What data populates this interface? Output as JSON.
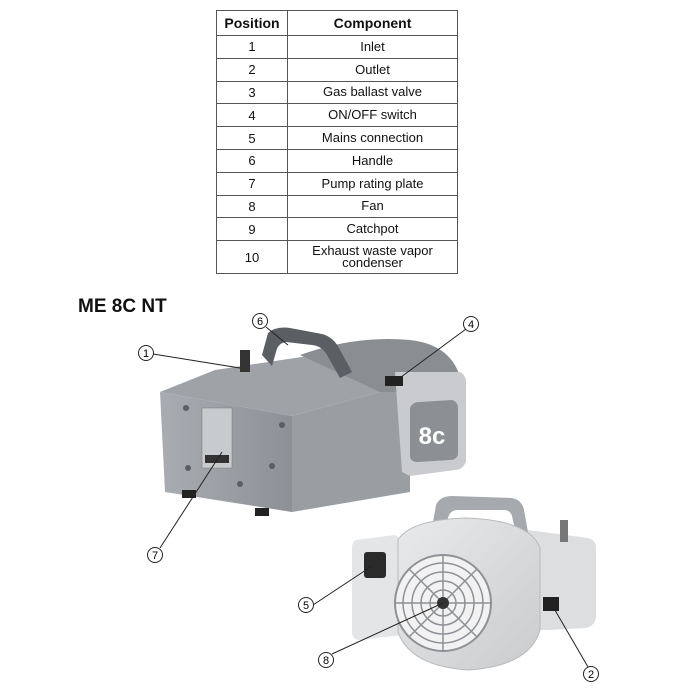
{
  "table": {
    "headers": [
      "Position",
      "Component"
    ],
    "rows": [
      {
        "position": "1",
        "component": "Inlet"
      },
      {
        "position": "2",
        "component": "Outlet"
      },
      {
        "position": "3",
        "component": "Gas ballast valve"
      },
      {
        "position": "4",
        "component": "ON/OFF switch"
      },
      {
        "position": "5",
        "component": "Mains connection"
      },
      {
        "position": "6",
        "component": "Handle"
      },
      {
        "position": "7",
        "component": "Pump rating plate"
      },
      {
        "position": "8",
        "component": "Fan"
      },
      {
        "position": "9",
        "component": "Catchpot"
      },
      {
        "position": "10",
        "component": "Exhaust waste vapor condenser"
      }
    ]
  },
  "figure": {
    "title": "ME 8C NT",
    "pump_label": "8c",
    "callouts": [
      "1",
      "2",
      "4",
      "5",
      "6",
      "7",
      "8"
    ]
  }
}
